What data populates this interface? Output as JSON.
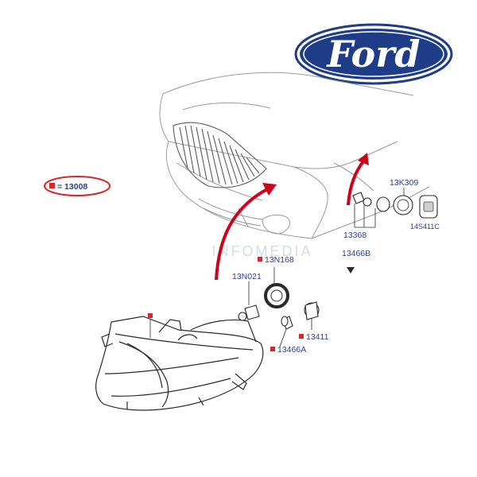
{
  "brand": {
    "logo_text": "Ford",
    "logo_color": "#1f3c88",
    "watermark": "INFOMEDIA"
  },
  "legend": {
    "text": "= 13008",
    "ring_color": "#d62828",
    "marker_color": "#d62828"
  },
  "arrow_color": "#d0021b",
  "labels": {
    "p13N168": "13N168",
    "p13N021": "13N021",
    "p13K309": "13K309",
    "p13368": "13368",
    "p13466B": "13466B",
    "p14S411C": "14S411C",
    "p13411": "13411",
    "p13466A": "13466A"
  },
  "label_color": "#2b3f8c"
}
